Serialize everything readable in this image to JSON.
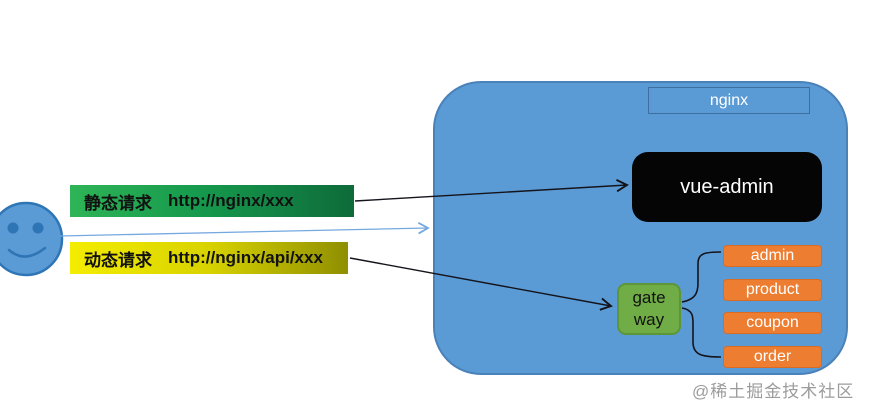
{
  "page": {
    "background": "#FFFFFF"
  },
  "user": {
    "icon": "smiley-user-icon",
    "fill": "#5B9BD5",
    "stroke": "#2E75B6"
  },
  "requests": [
    {
      "label": "静态请求",
      "url": "http://nginx/xxx",
      "color_start": "#2FB457",
      "color_end": "#0E6B3A"
    },
    {
      "label": "动态请求",
      "url": "http://nginx/api/xxx",
      "color_start": "#F4ED00",
      "color_end": "#8F8F00"
    }
  ],
  "nginx": {
    "title": "nginx",
    "fill": "#5B9BD5",
    "frontend": {
      "label": "vue-admin",
      "fill": "#000000"
    },
    "gateway": {
      "line1": "gate",
      "line2": "way",
      "fill": "#70AD47"
    },
    "services": {
      "fill": "#ED7D31",
      "items": [
        {
          "label": "admin"
        },
        {
          "label": "product"
        },
        {
          "label": "coupon"
        },
        {
          "label": "order"
        }
      ]
    }
  },
  "watermark": {
    "text": "@稀土掘金技术社区",
    "color": "#9C9C9C"
  }
}
